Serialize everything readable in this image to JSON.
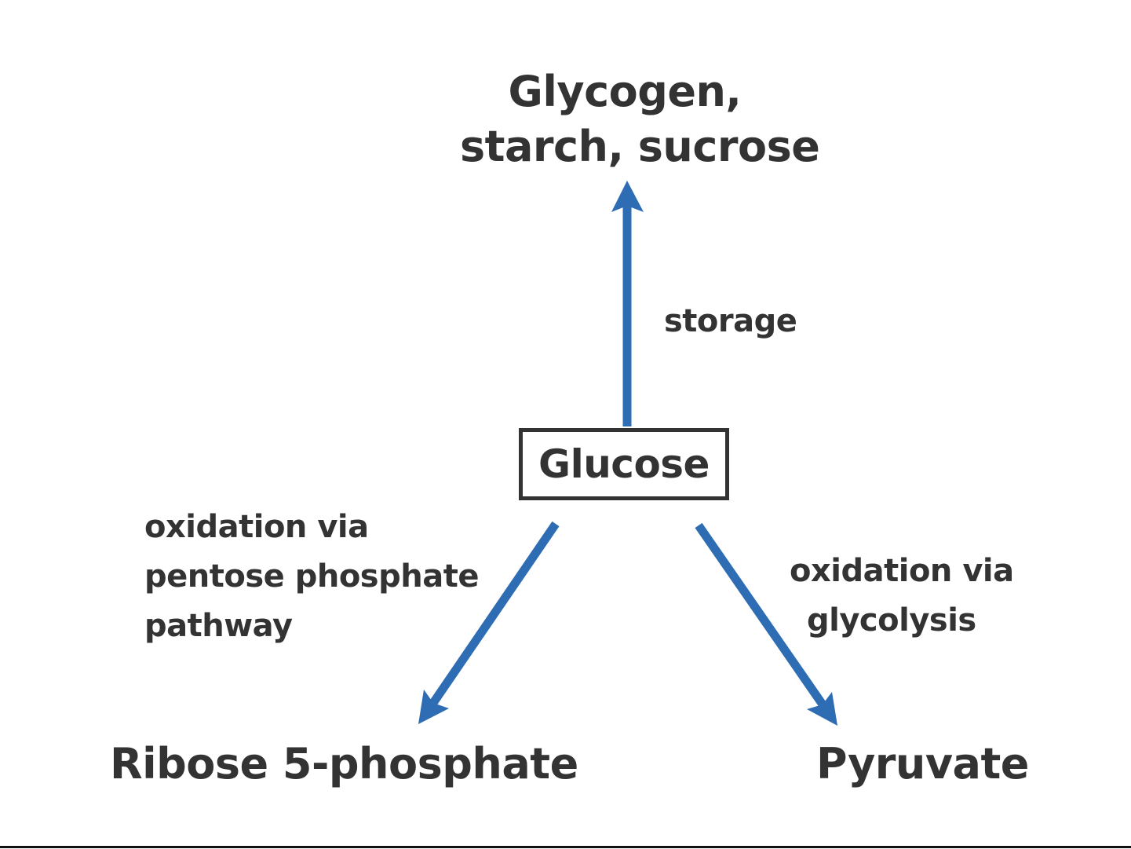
{
  "diagram": {
    "center": {
      "label": "Glucose"
    },
    "products": {
      "top": {
        "lines": [
          "Glycogen,",
          "starch, sucrose"
        ]
      },
      "left": {
        "label": "Ribose 5-phosphate"
      },
      "right": {
        "label": "Pyruvate"
      }
    },
    "edges": {
      "top": {
        "from": "Glucose",
        "to": "Glycogen, starch, sucrose",
        "lines": [
          "storage"
        ]
      },
      "left": {
        "from": "Glucose",
        "to": "Ribose 5-phosphate",
        "lines": [
          "oxidation via",
          "pentose phosphate",
          "pathway"
        ]
      },
      "right": {
        "from": "Glucose",
        "to": "Pyruvate",
        "lines": [
          "oxidation via",
          "glycolysis"
        ]
      }
    },
    "colors": {
      "arrow": "#2e6db4",
      "text": "#333333",
      "box_border": "#333333"
    }
  }
}
